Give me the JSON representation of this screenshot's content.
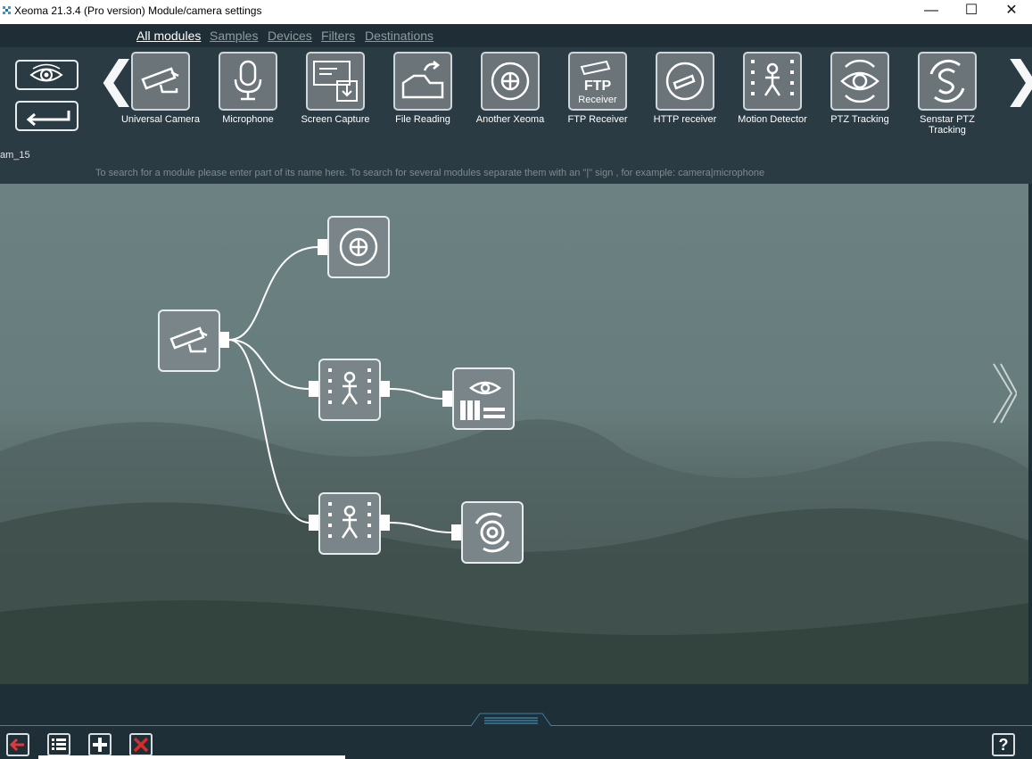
{
  "window": {
    "title": "Xeoma 21.3.4 (Pro version) Module/camera settings",
    "minimize_glyph": "—",
    "maximize_glyph": "☐",
    "close_glyph": "✕"
  },
  "nav": {
    "tabs": [
      {
        "label": "All modules",
        "active": true
      },
      {
        "label": "Samples",
        "active": false
      },
      {
        "label": "Devices",
        "active": false
      },
      {
        "label": "Filters",
        "active": false
      },
      {
        "label": "Destinations",
        "active": false
      }
    ]
  },
  "modules": [
    {
      "label": "Universal Camera",
      "icon": "camera-icon"
    },
    {
      "label": "Microphone",
      "icon": "microphone-icon"
    },
    {
      "label": "Screen Capture",
      "icon": "screen-capture-icon"
    },
    {
      "label": "File Reading",
      "icon": "file-reading-icon"
    },
    {
      "label": "Another Xeoma",
      "icon": "another-xeoma-icon"
    },
    {
      "label": "FTP Receiver",
      "icon": "ftp-receiver-icon",
      "badge_top": "FTP",
      "badge_bottom": "Receiver"
    },
    {
      "label": "HTTP receiver",
      "icon": "http-receiver-icon"
    },
    {
      "label": "Motion Detector",
      "icon": "motion-detector-icon"
    },
    {
      "label": "PTZ Tracking",
      "icon": "ptz-tracking-icon"
    },
    {
      "label": "Senstar PTZ Tracking",
      "icon": "senstar-ptz-icon"
    }
  ],
  "panel": {
    "camera_name": "am_15",
    "search_hint": "To search for a module please enter part of its name here. To search for several modules separate them with an \"|\" sign , for example: camera|microphone"
  },
  "chain": {
    "nodes": [
      {
        "id": "camera",
        "icon": "camera-icon"
      },
      {
        "id": "another-xeoma",
        "icon": "another-xeoma-icon"
      },
      {
        "id": "motion-detector-1",
        "icon": "motion-detector-icon"
      },
      {
        "id": "preview-archive",
        "icon": "preview-archive-icon"
      },
      {
        "id": "motion-detector-2",
        "icon": "motion-detector-icon"
      },
      {
        "id": "ptz-target",
        "icon": "ptz-target-icon"
      }
    ]
  },
  "toolbar": {
    "help_label": "?"
  },
  "colors": {
    "panel_bg": "#2b3b44",
    "nav_bg": "#1f2e36",
    "tile_bg": "#6b7479",
    "delete_red": "#d92b2b",
    "back_red": "#e23a3a"
  }
}
